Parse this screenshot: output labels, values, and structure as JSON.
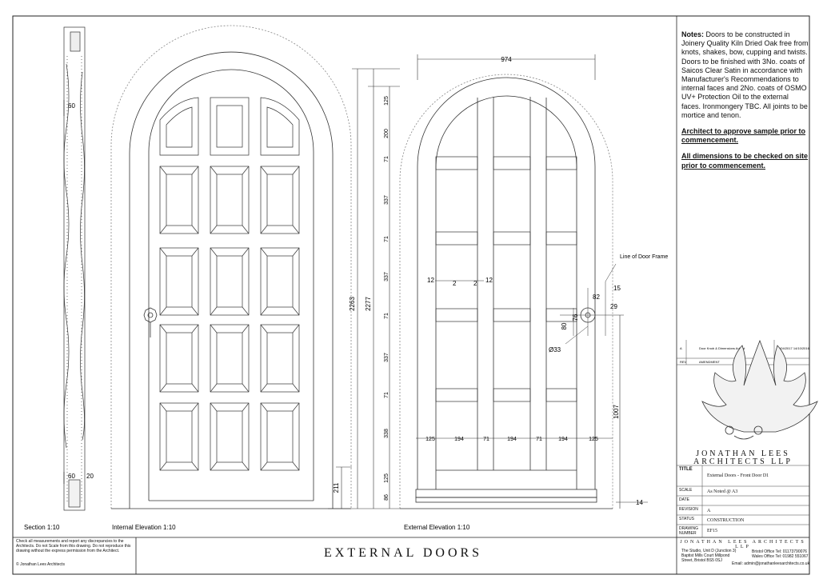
{
  "notes": {
    "lead": "Notes:",
    "body": "Doors to be constructed in Joinery Quality Kiln Dried Oak free from knots, shakes, bow, cupping and twists. Doors to be finished with 3No. coats of Saicos Clear Satin in accordance with Manufacturer's Recommendations to internal faces and 2No. coats of OSMO UV+ Protection Oil to the external faces. Ironmongery TBC. All joints to be mortice and tenon.",
    "approve": "Architect to approve sample prior to commencement.",
    "check": "All dimensions to be checked on site prior to commencement."
  },
  "views": {
    "section": "Section 1:10",
    "internal": "Internal Elevation 1:10",
    "external": "External Elevation 1:10"
  },
  "dims": {
    "overall_width": "974",
    "heights": [
      "125",
      "200",
      "71",
      "337",
      "71",
      "337",
      "71",
      "337",
      "71",
      "338",
      "125",
      "86"
    ],
    "total_a": "2277",
    "total_b": "2263",
    "bottom": "211",
    "section_a": "60",
    "section_b": "60",
    "section_c": "20",
    "widths": [
      "125",
      "194",
      "71",
      "194",
      "71",
      "194",
      "125"
    ],
    "slot_left_a": "12",
    "slot_left_b": "2",
    "slot_right_b": "2",
    "slot_right_a": "12",
    "handle_82": "82",
    "handle_15": "15",
    "handle_29": "29",
    "handle_80": "80",
    "handle_76": "76",
    "handle_dia": "Ø33",
    "right_height": "1007",
    "sill": "14",
    "frame_label": "Line of Door Frame"
  },
  "revisions": {
    "rows": [
      {
        "rev": "A",
        "desc": "Door Knob & Dimensions Added",
        "date": "11/04/2017\n14/10/2016"
      }
    ],
    "header": {
      "rev": "REV",
      "desc": "AMENDMENT",
      "date": "DATE"
    }
  },
  "title_block": {
    "firm_line1": "JONATHAN LEES",
    "firm_line2": "ARCHITECTS LLP",
    "title_label": "TITLE",
    "title_value": "External Doors - Front Door D1",
    "scale_label": "SCALE",
    "scale_value": "As Noted @ A3",
    "date_label": "DATE",
    "revision_label": "REVISION",
    "revision_value": "A",
    "status_label": "STATUS",
    "status_value": "CONSTRUCTION",
    "drawing_label": "DRAWING NUMBER",
    "drawing_value": "EF15",
    "sheet_title": "EXTERNAL DOORS",
    "firm_footer": "JONATHAN LEES ARCHITECTS LLP",
    "address": "The Studio, Unit D (Junction 3) Baptist Mills Court Millpond Street, Bristol BS5 0SJ",
    "bristol": "Bristol Office Tel: 01173790076",
    "wales": "Wales Office Tel: 01982 551067",
    "email": "Email: admin@jonathanleesarchitects.co.uk",
    "disclaimer": "Check all measurements and report any discrepancies to the Architects. Do not Scale from this drawing. Do not reproduce this drawing without the express permission from the Architect.",
    "copyright": "© Jonathan Lees Architects"
  }
}
